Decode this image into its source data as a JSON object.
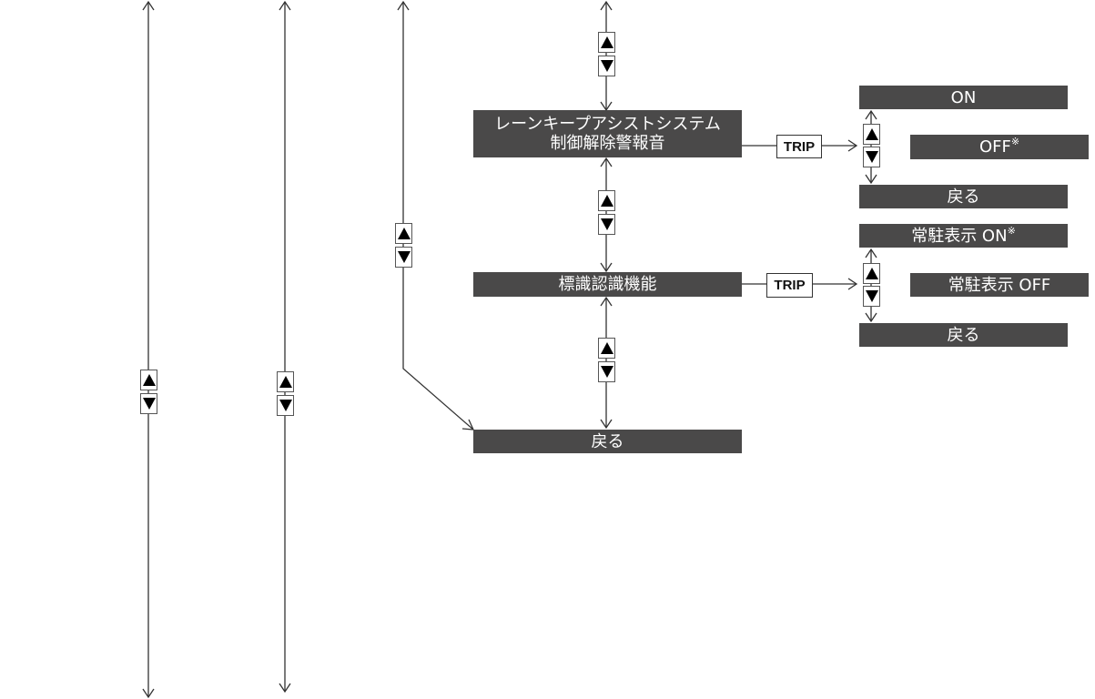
{
  "lane_keep_box": {
    "line1": "レーンキープアシストシステム",
    "line2": "制御解除警報音"
  },
  "sign_recognition_box": {
    "label": "標識認識機能"
  },
  "main_back_box": {
    "label": "戻る"
  },
  "trip_labels": {
    "lane_keep": "TRIP",
    "sign_recognition": "TRIP"
  },
  "lane_keep_options": {
    "on": "ON",
    "off": "OFF",
    "off_mark": "※",
    "back": "戻る"
  },
  "sign_options": {
    "on": "常駐表示 ON",
    "on_mark": "※",
    "off": "常駐表示 OFF",
    "back": "戻る"
  },
  "icons": {
    "up_button": "up-triangle-icon",
    "down_button": "down-triangle-icon"
  },
  "colors": {
    "box_fill": "#4a4949",
    "box_text": "#ffffff",
    "line": "#333333"
  }
}
